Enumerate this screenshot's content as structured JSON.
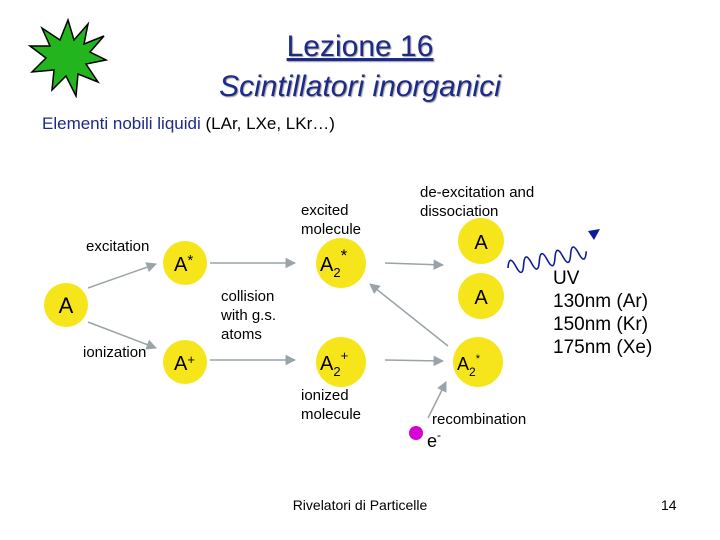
{
  "title": "Lezione 16",
  "subtitle": "Scintillatori inorganici",
  "heading": {
    "main": "Elementi nobili liquidi",
    "paren": " (LAr, LXe, LKr…)"
  },
  "diagram": {
    "atom": "A",
    "excited_atom": {
      "base": "A",
      "sup": "*"
    },
    "ion_atom": {
      "base": "A",
      "sup": "+"
    },
    "excited_molecule": {
      "base": "A",
      "sub": "2",
      "sup": "*"
    },
    "ionized_molecule_node": {
      "base": "A",
      "sub": "2",
      "sup": "+"
    },
    "recombined_molecule": {
      "base": "A",
      "sub": "2",
      "sup": "*"
    },
    "product_atom_1": "A",
    "product_atom_2": "A",
    "electron": {
      "base": "e",
      "sup": "-"
    },
    "labels": {
      "excitation": "excitation",
      "ionization": "ionization",
      "excited_molecule": [
        "excited",
        "molecule"
      ],
      "collision": [
        "collision",
        "with g.s.",
        "atoms"
      ],
      "ionized_molecule": [
        "ionized",
        "molecule"
      ],
      "deexcitation": [
        "de-excitation and",
        "dissociation"
      ],
      "recombination": "recombination",
      "uv": [
        "UV",
        "130nm (Ar)",
        "150nm (Kr)",
        "175nm (Xe)"
      ]
    },
    "colors": {
      "node_fill": "#f7e51c",
      "star_fill": "#22b51e",
      "electron_fill": "#d400d4",
      "wave": "#0d1a99",
      "arrow": "#9aa3a8"
    }
  },
  "footer": {
    "center": "Rivelatori di Particelle",
    "page": "14"
  }
}
